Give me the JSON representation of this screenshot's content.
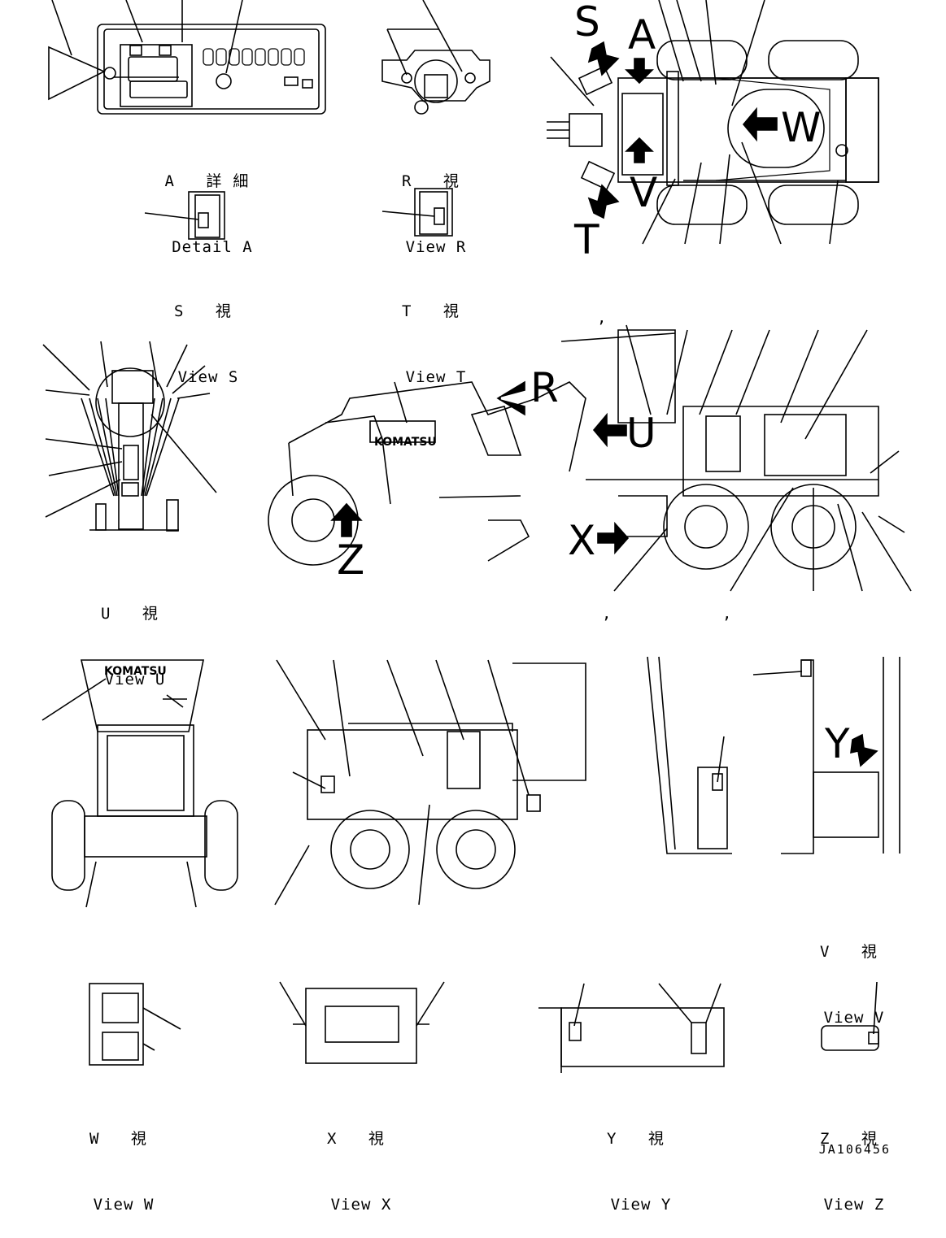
{
  "views": {
    "detail_a": {
      "ja": "A 詳細",
      "en": "Detail A"
    },
    "view_r": {
      "ja": "R 視",
      "en": "View R"
    },
    "view_s": {
      "ja": "S 視",
      "en": "View S"
    },
    "view_t": {
      "ja": "T 視",
      "en": "View T"
    },
    "view_u": {
      "ja": "U 視",
      "en": "View U"
    },
    "view_v": {
      "ja": "V 視",
      "en": "View V"
    },
    "view_w": {
      "ja": "W 視",
      "en": "View W"
    },
    "view_x": {
      "ja": "X 視",
      "en": "View X"
    },
    "view_y": {
      "ja": "Y 視",
      "en": "View Y"
    },
    "view_z": {
      "ja": "Z 視",
      "en": "View Z"
    }
  },
  "arrows": {
    "s": "S",
    "a": "A",
    "w": "W",
    "v": "V",
    "t": "T",
    "r": "R",
    "u": "U",
    "x": "X",
    "z": "Z",
    "y": "Y"
  },
  "brand": "KOMATSU",
  "part_number": "JA106456",
  "marks": {
    "comma": ","
  }
}
